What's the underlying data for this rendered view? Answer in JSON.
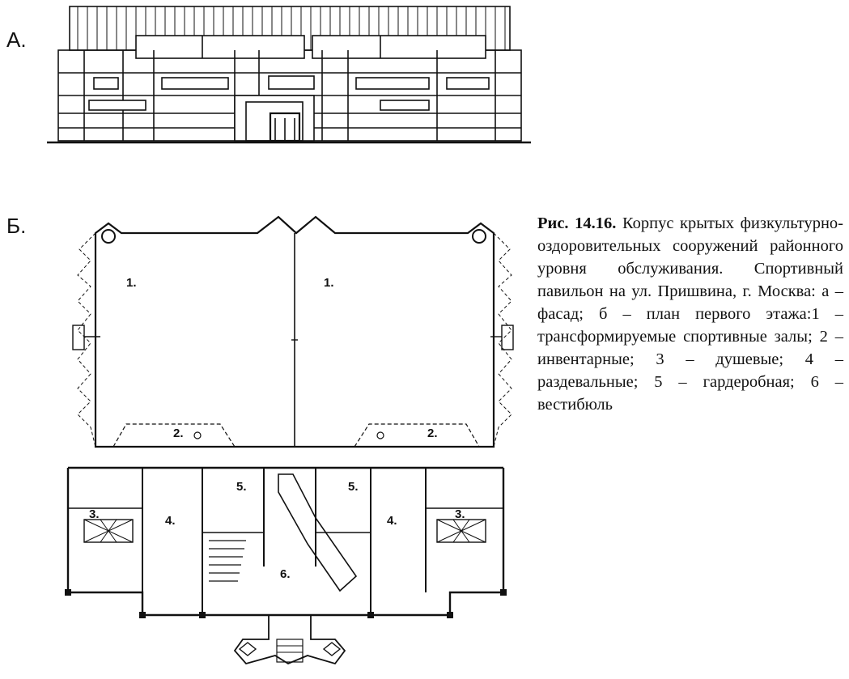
{
  "panels": {
    "a_label": "А.",
    "b_label": "Б."
  },
  "caption": {
    "figure": "Рис. 14.16.",
    "text": "Корпус крытых физкультурно-оздоровительных сооружений районного уровня обслуживания. Спортивный павильон на ул. Пришвина, г. Москва: а – фасад; б – план первого этажа:1 – трансформируемые спортивные залы; 2 – инвентарные; 3 – душевые; 4 – раздевальные; 5 – гардеробная; 6 – вестибюль"
  },
  "plan_labels": {
    "hall_left": "1.",
    "hall_right": "1.",
    "storage_left": "2.",
    "storage_right": "2.",
    "shower_left": "3.",
    "shower_right": "3.",
    "locker_left": "4.",
    "locker_right": "4.",
    "cloak_left": "5.",
    "cloak_right": "5.",
    "lobby": "6."
  }
}
